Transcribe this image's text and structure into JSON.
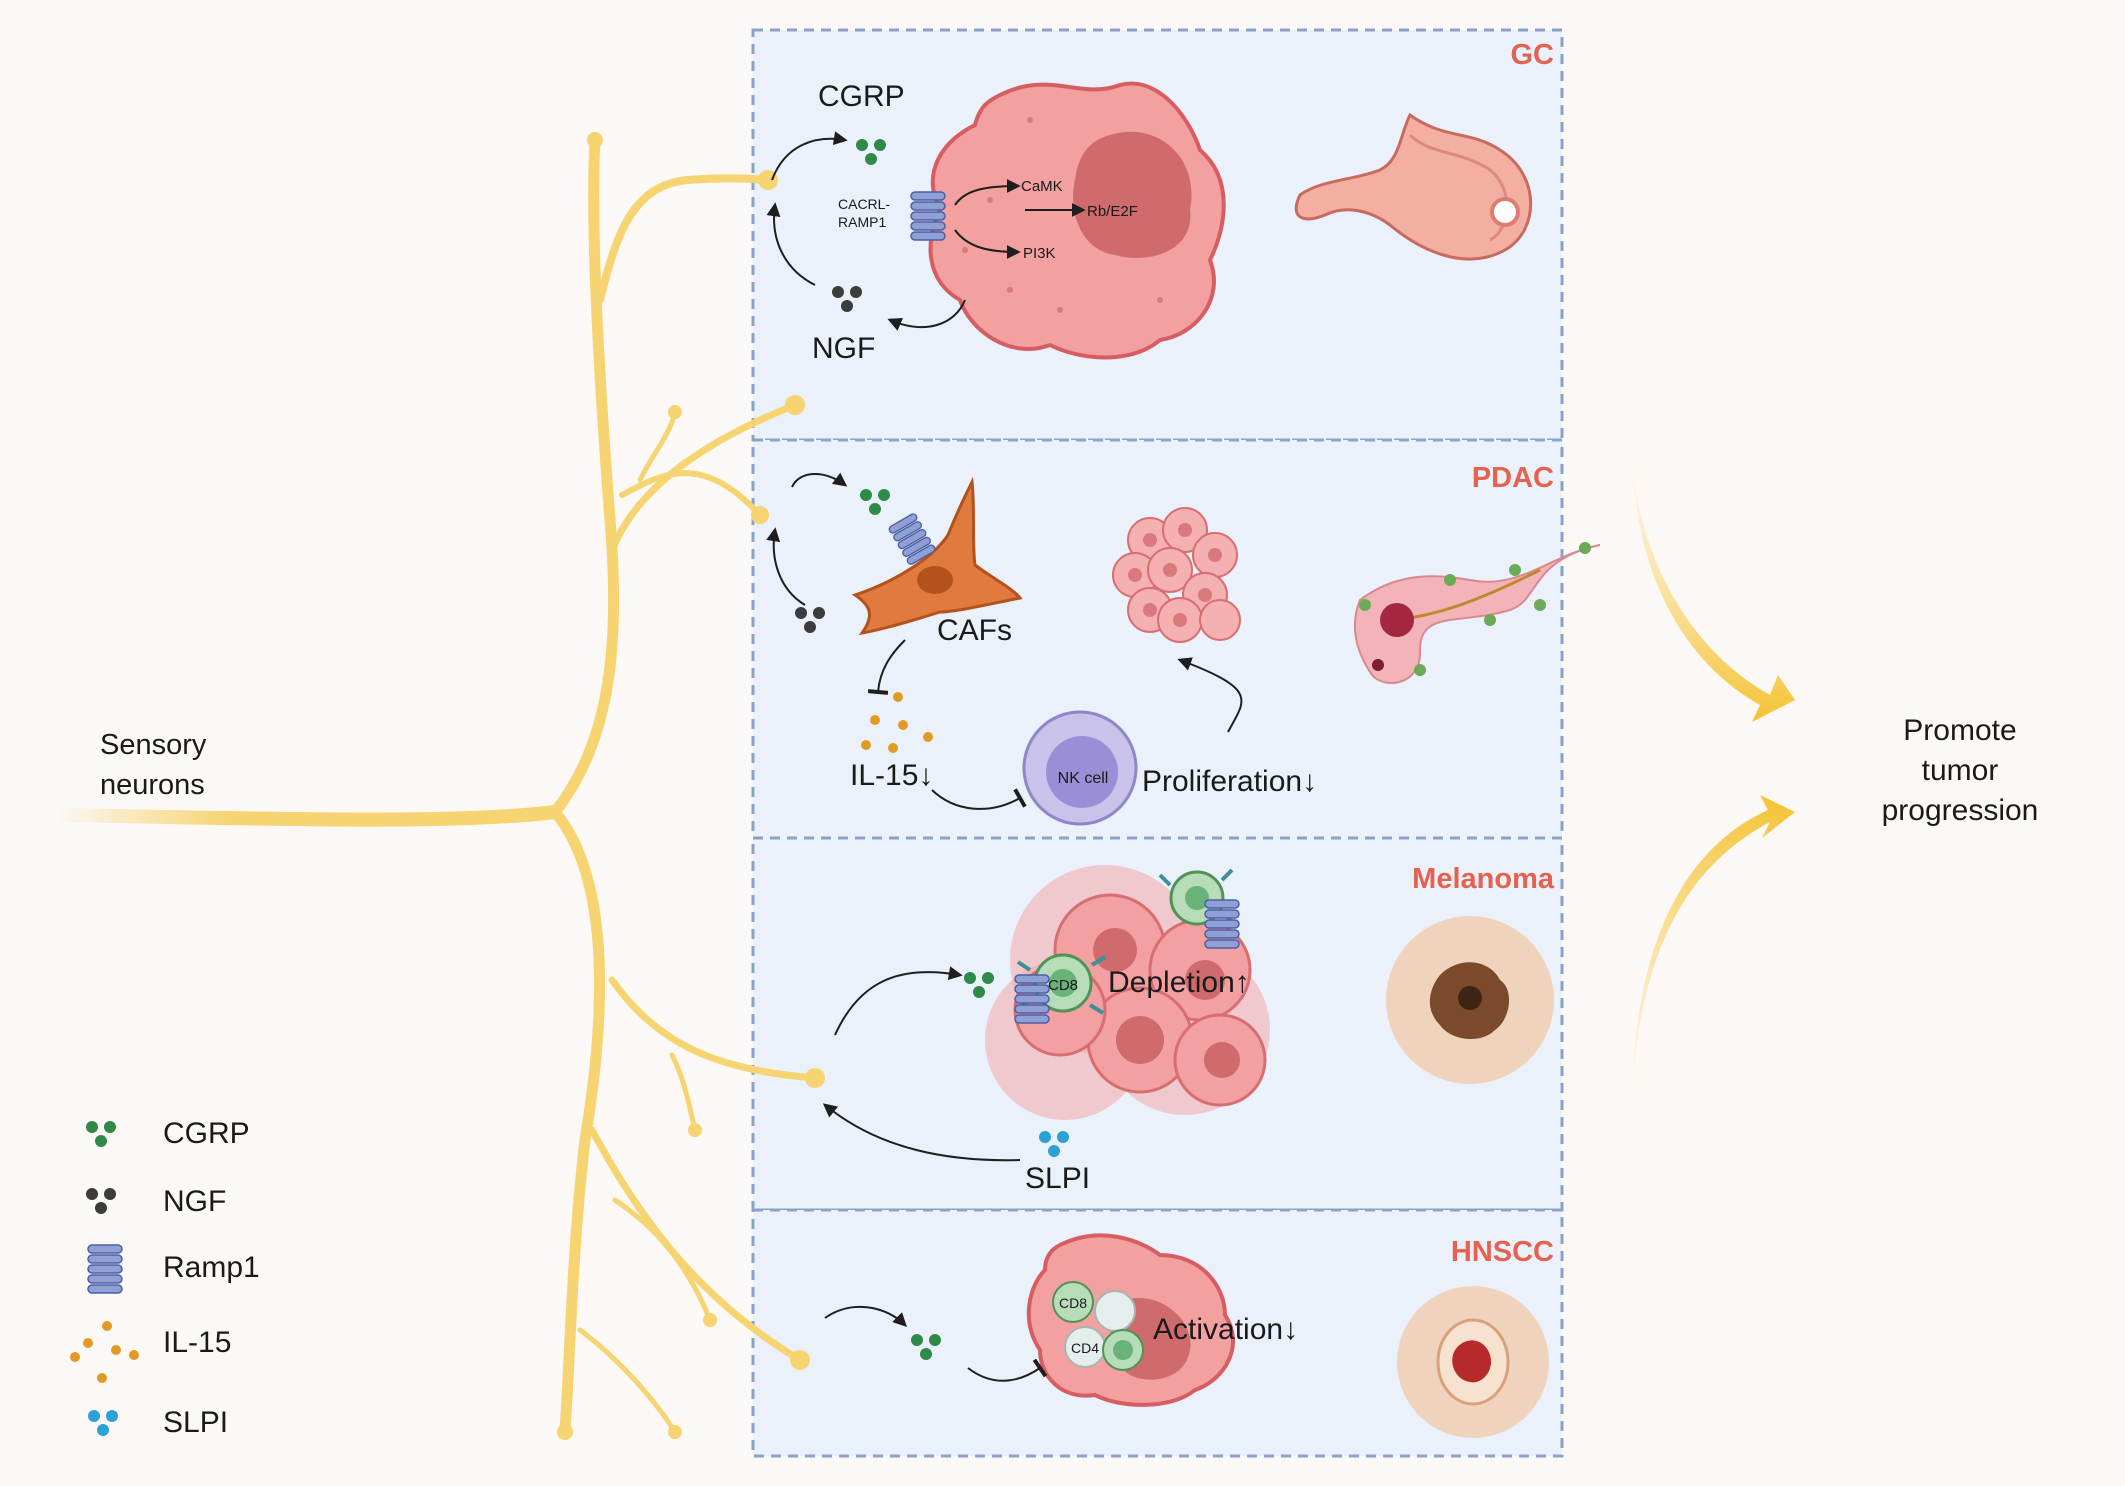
{
  "colors": {
    "background": "#fcf8f6",
    "panel_fill": "#eaf1fa",
    "panel_border": "#8aa2c8",
    "panel_title": "#e4624f",
    "nerve": "#f6d471",
    "tumor_cell": "#f3a0a1",
    "nucleus": "#cf6b6d",
    "caf": "#e07a3e",
    "nk_cell": "#b9aee0",
    "cgrp": "#2f8a4a",
    "ngf": "#3c3c3c",
    "il15": "#e29a25",
    "slpi": "#2aa2d6",
    "arrow": "#f5c846"
  },
  "left": {
    "sensory_neurons": [
      "Sensory",
      "neurons"
    ]
  },
  "panels": [
    {
      "title": "GC",
      "cgrp": "CGRP",
      "ngf": "NGF",
      "receptor": [
        "CACRL-",
        "RAMP1"
      ],
      "pathways": [
        "CaMK",
        "Rb/E2F",
        "PI3K"
      ],
      "organ": "stomach-icon"
    },
    {
      "title": "PDAC",
      "cafs": "CAFs",
      "il15": "IL-15↓",
      "nk_cell": "NK cell",
      "proliferation": "Proliferation↓",
      "organ": "pancreas-icon"
    },
    {
      "title": "Melanoma",
      "cd8": "CD8",
      "depletion": "Depletion↑",
      "slpi": "SLPI",
      "organ": "melanoma-skin-icon"
    },
    {
      "title": "HNSCC",
      "cd8": "CD8",
      "cd4": "CD4",
      "activation": "Activation↓",
      "organ": "oral-lesion-icon"
    }
  ],
  "right": {
    "outcome": [
      "Promote",
      "tumor",
      "progression"
    ]
  },
  "legend": [
    {
      "label": "CGRP",
      "icon": "cgrp-dots"
    },
    {
      "label": "NGF",
      "icon": "ngf-dots"
    },
    {
      "label": "Ramp1",
      "icon": "ramp1-receptor"
    },
    {
      "label": "IL-15",
      "icon": "il15-dots"
    },
    {
      "label": "SLPI",
      "icon": "slpi-dots"
    }
  ]
}
